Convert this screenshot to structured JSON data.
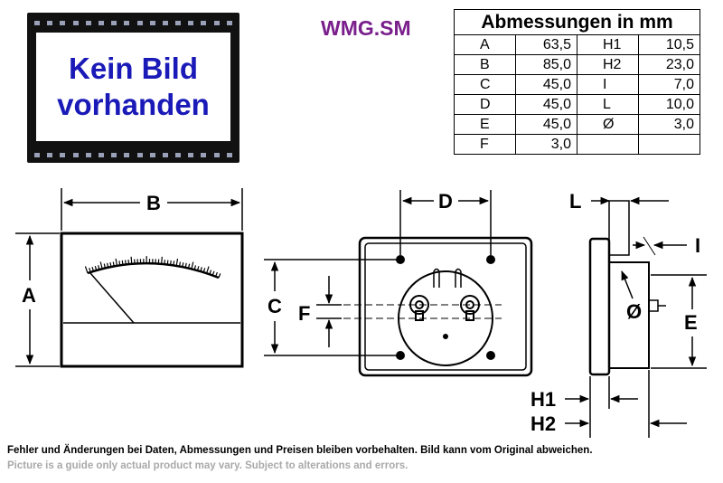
{
  "placeholder": {
    "line1": "Kein Bild",
    "line2": "vorhanden"
  },
  "model": "WMG.SM",
  "dimension_table": {
    "title": "Abmessungen in mm",
    "rows": [
      [
        "A",
        "63,5",
        "H1",
        "10,5"
      ],
      [
        "B",
        "85,0",
        "H2",
        "23,0"
      ],
      [
        "C",
        "45,0",
        "I",
        "7,0"
      ],
      [
        "D",
        "45,0",
        "L",
        "10,0"
      ],
      [
        "E",
        "45,0",
        "Ø",
        "3,0"
      ],
      [
        "F",
        "3,0",
        "",
        ""
      ]
    ]
  },
  "drawing_labels": {
    "A": "A",
    "B": "B",
    "C": "C",
    "D": "D",
    "E": "E",
    "F": "F",
    "L": "L",
    "I": "I",
    "phi": "Ø",
    "H1": "H1",
    "H2": "H2"
  },
  "footer": {
    "de": "Fehler und Änderungen bei Daten, Abmessungen und Preisen bleiben vorbehalten. Bild kann vom Original abweichen.",
    "en": "Picture is a guide only actual product may vary. Subject to alterations and errors."
  },
  "colors": {
    "model": "#7a1f8c",
    "placeholder_text": "#1a1ab8",
    "footer_en": "#a9a9a9"
  }
}
